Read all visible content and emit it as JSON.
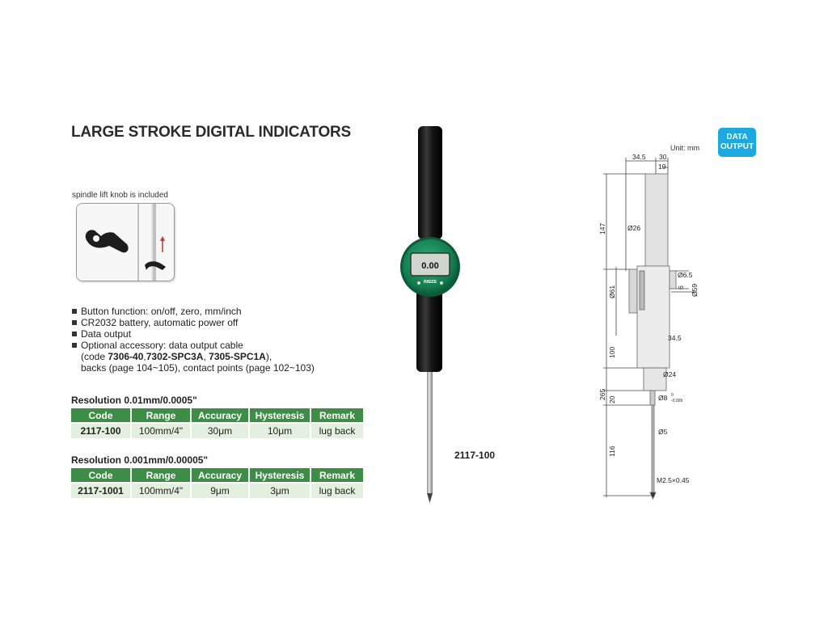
{
  "title": "LARGE STROKE DIGITAL INDICATORS",
  "badge": {
    "line1": "DATA",
    "line2": "OUTPUT"
  },
  "knob_caption": "spindle lift knob is included",
  "features": [
    {
      "text": "Button function: on/off, zero, mm/inch"
    },
    {
      "text": "CR2032 battery, automatic power off"
    },
    {
      "text": "Data output"
    },
    {
      "text": "Optional accessory: data output cable",
      "line2_prefix": "(code ",
      "code1": "7306-40",
      "sep1": ",",
      "code2": "7302-SPC3A",
      "sep2": ", ",
      "code3": "7305-SPC1A",
      "line2_suffix": "),",
      "line3": "backs (page 104~105), contact points (page 102~103)"
    }
  ],
  "tables": [
    {
      "resolution": "Resolution 0.01mm/0.0005\"",
      "headers": [
        "Code",
        "Range",
        "Accuracy",
        "Hysteresis",
        "Remark"
      ],
      "row": [
        "2117-100",
        "100mm/4\"",
        "30μm",
        "10μm",
        "lug back"
      ]
    },
    {
      "resolution": "Resolution 0.001mm/0.00005\"",
      "headers": [
        "Code",
        "Range",
        "Accuracy",
        "Hysteresis",
        "Remark"
      ],
      "row": [
        "2117-1001",
        "100mm/4\"",
        "9μm",
        "3μm",
        "lug back"
      ]
    }
  ],
  "product": {
    "display": "0.00",
    "brand": "INSIZE",
    "label": "2117-100"
  },
  "drawing": {
    "unit": "Unit: mm",
    "dims": {
      "d345_top": "34.5",
      "d30": "30",
      "d19": "19",
      "d147": "147",
      "dia26": "Ø26",
      "dia65": "Ø6.5",
      "d6": "6",
      "dia59": "Ø59",
      "dia61": "Ø61",
      "d345_side": "34.5",
      "d100": "100",
      "dia24": "Ø24",
      "d265": "265",
      "d20": "20",
      "dia8": "Ø8",
      "dia8_tol": "0",
      "dia8_tol2": "-0.009",
      "dia5": "Ø5",
      "d116": "116",
      "thread": "M2.5×0.45"
    }
  },
  "colors": {
    "header_green": "#3e8d47",
    "row_green": "#e4f0df",
    "badge_blue": "#1ea8e0",
    "bezel_green": "#1a8a5a"
  }
}
